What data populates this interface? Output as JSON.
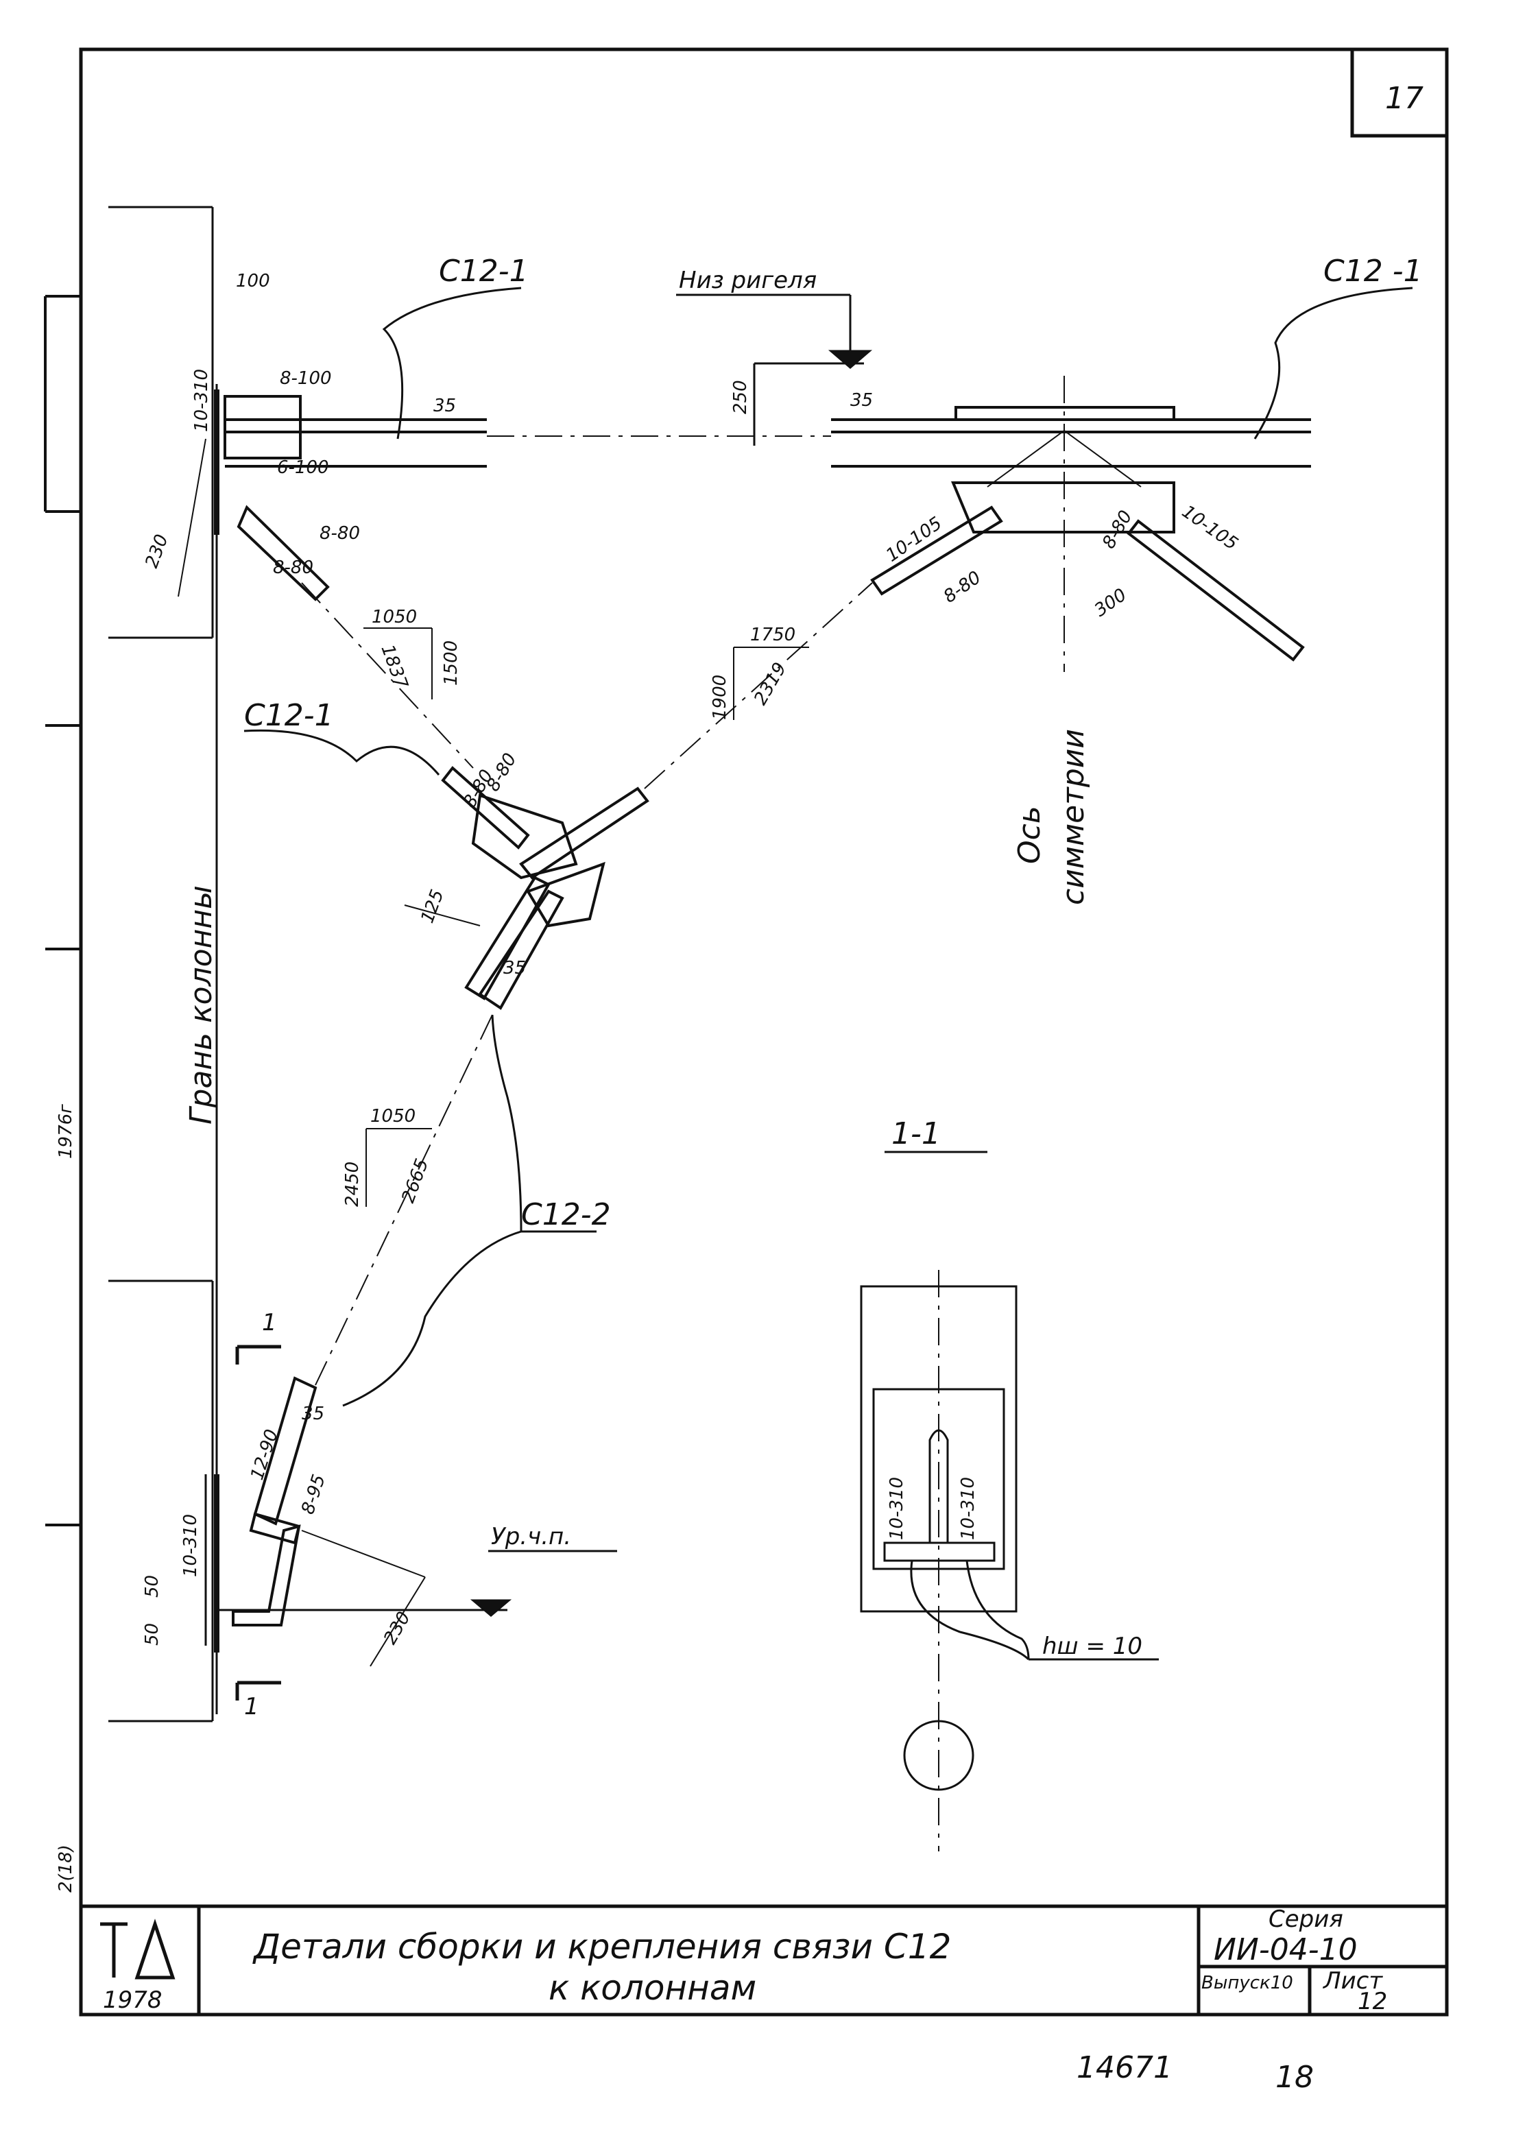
{
  "sheet_corner_number": "17",
  "labels": {
    "brace_top_left": "С12-1",
    "brace_top_right": "С12 -1",
    "brace_mid_left": "С12-1",
    "brace_lower": "С12-2",
    "beam_bottom": "Низ ригеля",
    "column_face": "Грань колонны",
    "symmetry_axis_1": "Ось",
    "symmetry_axis_2": "симметрии",
    "section_mark": "1-1",
    "floor_level": "Ур.ч.п.",
    "weld_leg": "hш = 10",
    "section_cut_top": "1",
    "section_cut_bottom": "1"
  },
  "dimensions": {
    "d100": "100",
    "d8_100": "8-100",
    "d6_100": "6-100",
    "d10_310": "10-310",
    "d35_a": "35",
    "d230": "230",
    "d8_80_a": "8-80",
    "d8_80_b": "8-80",
    "d250": "250",
    "d35_b": "35",
    "d10_105_a": "10-105",
    "d8_80_c": "8-80",
    "d10_105_b": "10-105",
    "d8_80_d": "8-80",
    "d300": "300",
    "d1050_a": "1050",
    "d1500": "1500",
    "d1837": "1837",
    "d1750": "1750",
    "d1900": "1900",
    "d2319": "2319",
    "d8_80_e": "8-80",
    "d8_80_f": "8-80",
    "d125": "125",
    "d35_c": "35",
    "d1050_b": "1050",
    "d2450": "2450",
    "d2665": "2665",
    "d12_90": "12-90",
    "d35_d": "35",
    "d8_95": "8-95",
    "d10_310_b": "10-310",
    "d50_a": "50",
    "d50_b": "50",
    "d230_b": "230",
    "d10_310_sec_a": "10-310",
    "d10_310_sec_b": "10-310"
  },
  "margin_marks": {
    "year_mark": "1976г",
    "mark_a": "2(18)"
  },
  "title_block": {
    "logo": "ТД",
    "year": "1978",
    "title_line1": "Детали сборки и крепления связи С12",
    "title_line2": "к колоннам",
    "series_label": "Серия",
    "series_value": "ИИ-04-10",
    "issue_label": "Выпуск10",
    "sheet_label": "Лист",
    "sheet_value": "12"
  },
  "footer": {
    "archive_no": "14671",
    "page_no": "18"
  }
}
